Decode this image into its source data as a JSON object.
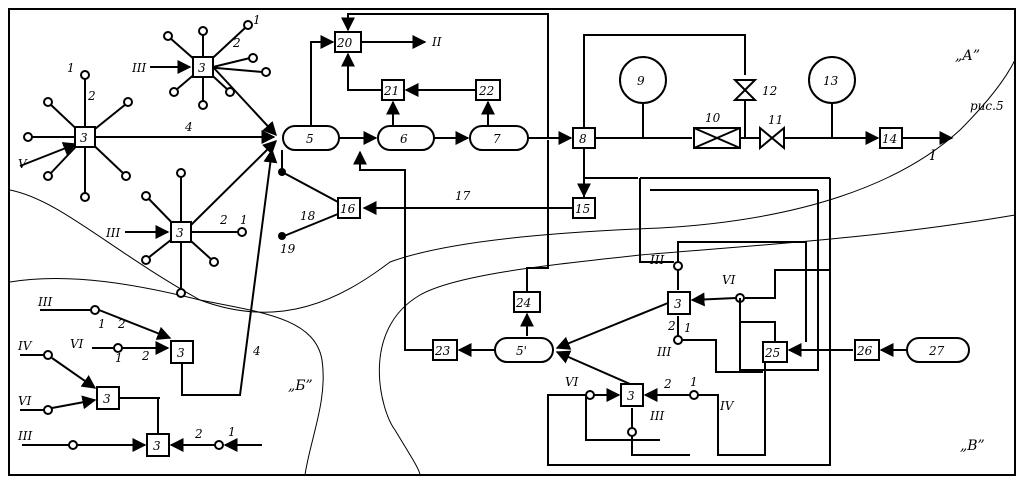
{
  "zones": {
    "a": "„А”",
    "b": "„Б”",
    "v": "„В”"
  },
  "figure_label": "рис.5",
  "boxes": {
    "b3": "3",
    "b5": "5",
    "b5p": "5'",
    "b6": "6",
    "b7": "7",
    "b8": "8",
    "b9": "9",
    "b13": "13",
    "b14": "14",
    "b15": "15",
    "b16": "16",
    "b20": "20",
    "b21": "21",
    "b22": "22",
    "b23": "23",
    "b24": "24",
    "b25": "25",
    "b26": "26",
    "b27": "27"
  },
  "labels": {
    "n1": "1",
    "n2": "2",
    "n4": "4",
    "n10": "10",
    "n11": "11",
    "n12": "12",
    "n17": "17",
    "n18": "18",
    "n19": "19",
    "out_I": "I",
    "out_II": "II",
    "III": "III",
    "IV": "IV",
    "V": "V",
    "VI": "VI"
  }
}
